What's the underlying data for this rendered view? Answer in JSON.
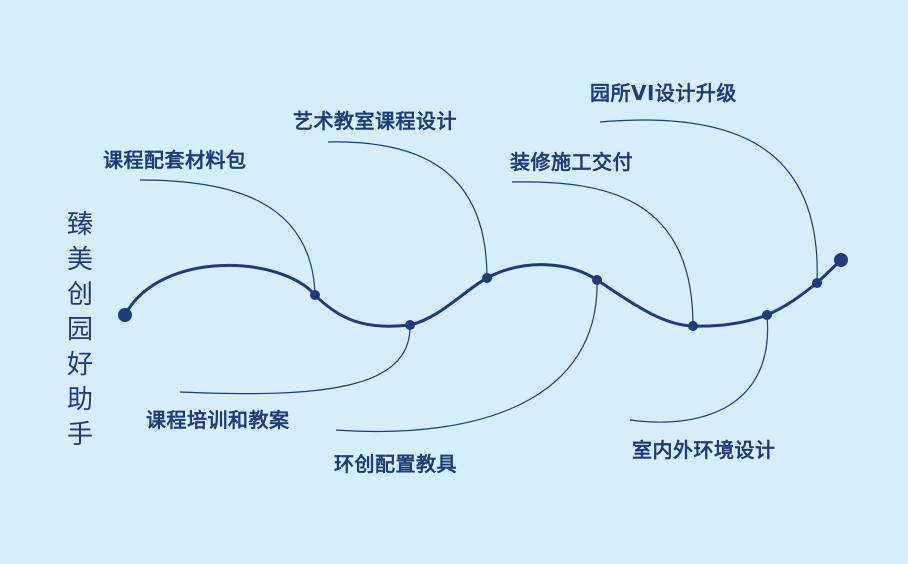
{
  "title_chars": [
    "臻",
    "美",
    "创",
    "园",
    "好",
    "助",
    "手"
  ],
  "labels": {
    "top_1": "课程配套材料包",
    "top_2": "艺术教室课程设计",
    "top_3": "装修施工交付",
    "top_4": "园所VI设计升级",
    "bottom_1": "课程培训和教案",
    "bottom_2": "环创配置教具",
    "bottom_3": "室内外环境设计"
  },
  "colors": {
    "background": "#d6eefb",
    "line": "#1d3c78",
    "text": "#1d3c78"
  }
}
